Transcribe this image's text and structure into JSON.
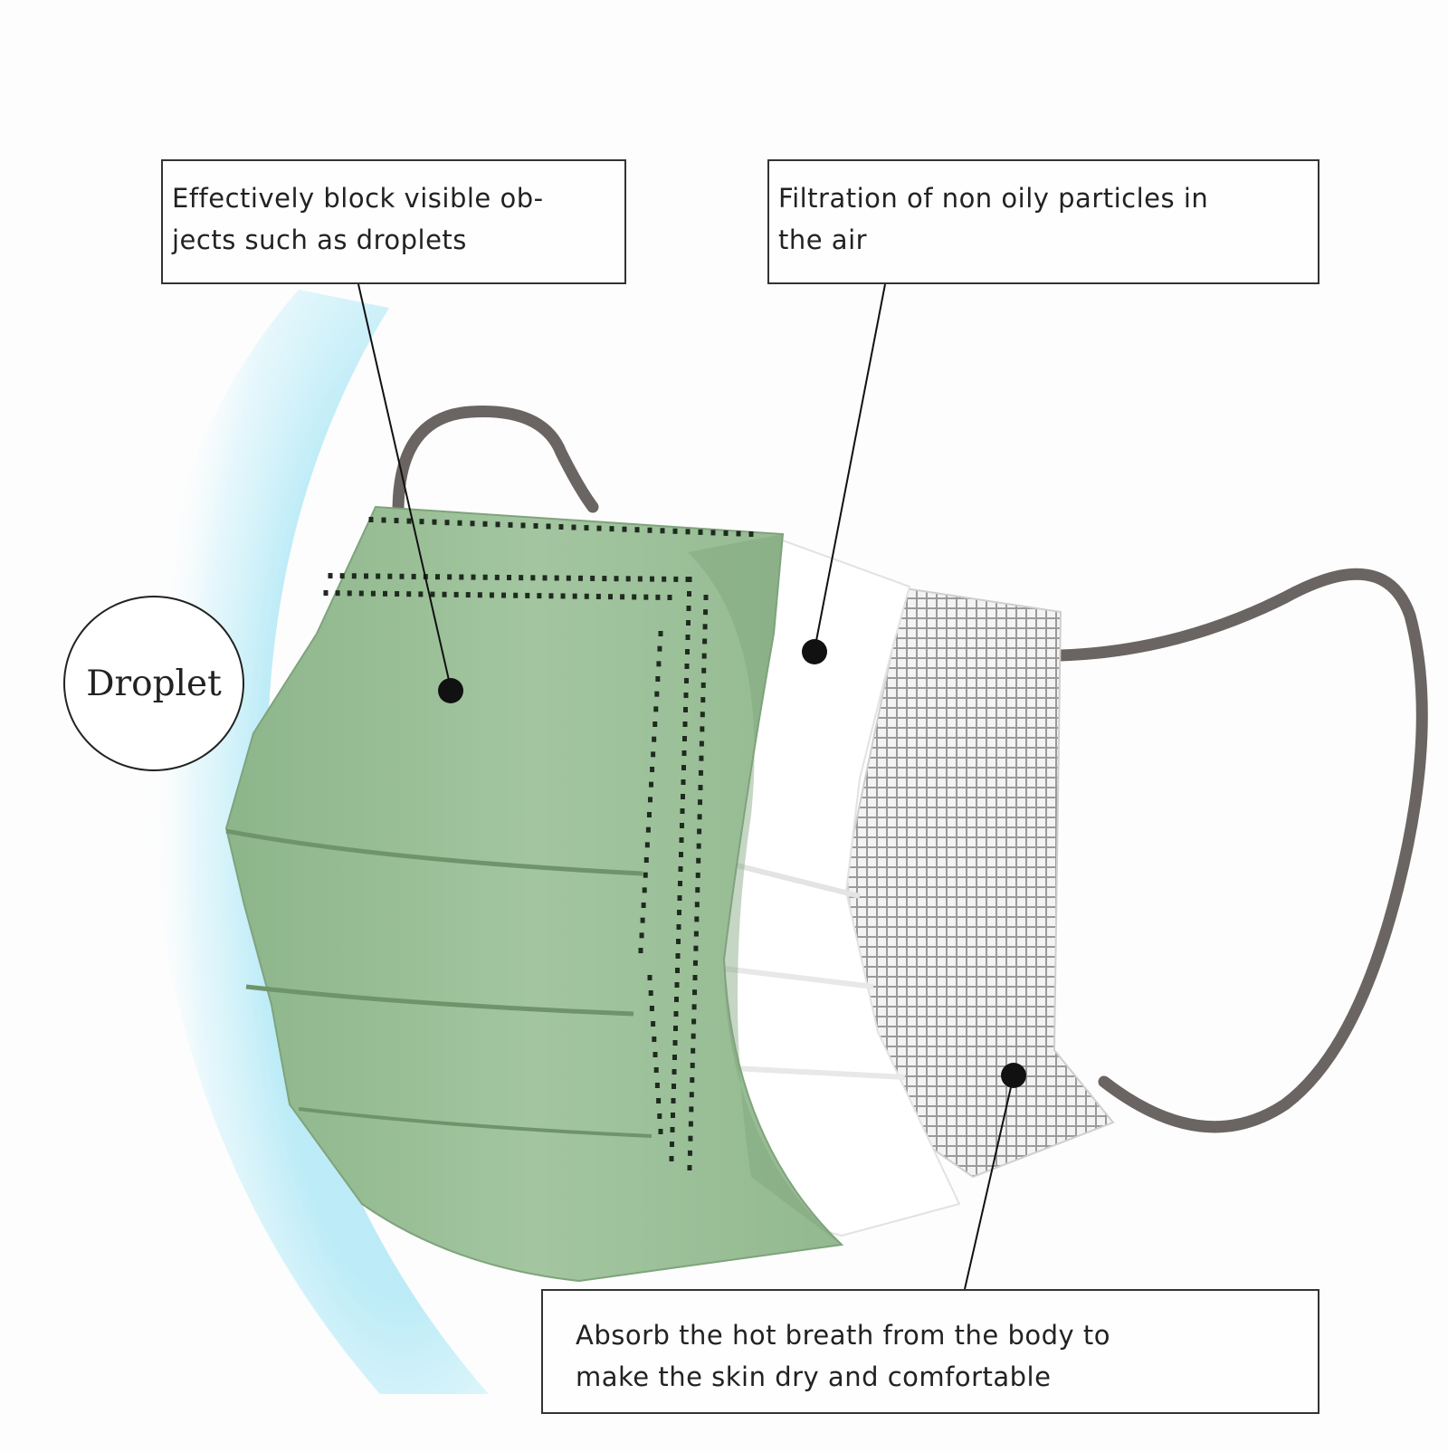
{
  "callouts": {
    "outer_layer": {
      "line1": "Effectively block visible ob-",
      "line2": "jects such as droplets"
    },
    "middle_layer": {
      "line1": "Filtration of non oily particles in",
      "line2": "the air"
    },
    "inner_layer": {
      "line1": "Absorb the hot breath from the body to",
      "line2": "make the skin dry and comfortable"
    }
  },
  "droplet_label": "Droplet",
  "colors": {
    "outer_layer": "#9bbf98",
    "outer_layer_shade": "#7fa37c",
    "middle_layer": "#ffffff",
    "inner_mesh": "#8a8a8a",
    "ear_loop": "#6a6462",
    "droplet_glow": "#a8e6f5",
    "line": "#111111"
  }
}
